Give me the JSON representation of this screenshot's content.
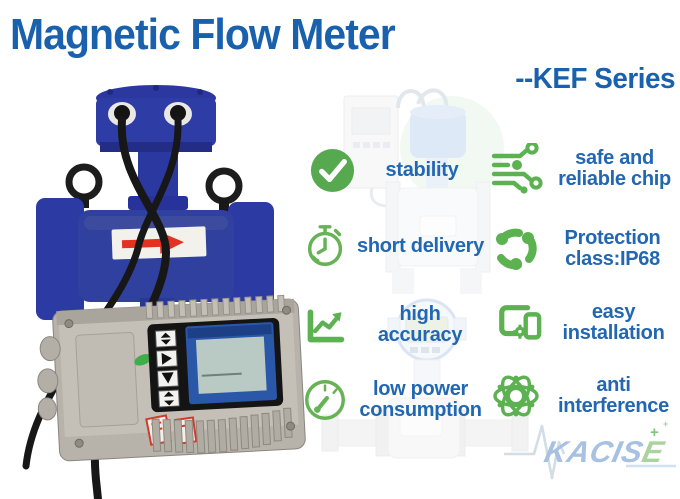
{
  "header": {
    "title": "Magnetic Flow Meter",
    "series": "--KEF Series"
  },
  "features": [
    {
      "id": "stability",
      "icon": "check-circle-icon",
      "label": "stability"
    },
    {
      "id": "short-delivery",
      "icon": "stopwatch-icon",
      "label": "short delivery"
    },
    {
      "id": "high-accuracy",
      "icon": "line-chart-icon",
      "label": "high accuracy"
    },
    {
      "id": "low-power",
      "icon": "gauge-icon",
      "label": "low power\nconsumption"
    },
    {
      "id": "safe-chip",
      "icon": "circuit-chip-icon",
      "label": "safe and\nreliable chip"
    },
    {
      "id": "protection-ip68",
      "icon": "recycle-shield-icon",
      "label": "Protection\nclass:IP68"
    },
    {
      "id": "easy-installation",
      "icon": "devices-icon",
      "label": "easy\ninstallation"
    },
    {
      "id": "anti-interference",
      "icon": "atom-icon",
      "label": "anti\ninterference"
    }
  ],
  "logo": {
    "brand_main": "KACIS",
    "brand_last": "E",
    "spark": "+"
  },
  "photo": {
    "description": "blue magnetic flow meter with converter box",
    "arrow": "flow-direction-arrow"
  },
  "colors": {
    "heading_blue": "#1a61ad",
    "feature_blue": "#2267b2",
    "icon_green": "#5bb04f",
    "meter_blue": "#2e3ca6",
    "arrow_red": "#e23222",
    "box_gray": "#c4c0b8"
  }
}
